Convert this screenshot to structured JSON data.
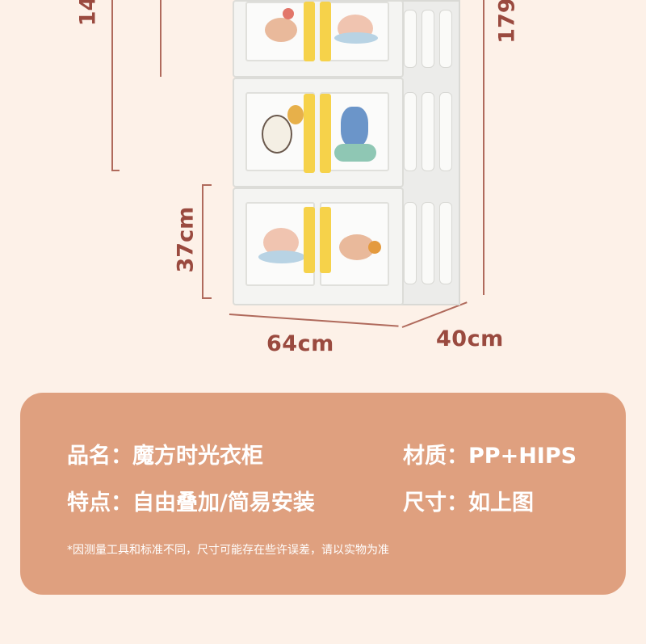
{
  "dimensions": {
    "top_left_partial": "14",
    "right_height_partial": "179",
    "box_height": "37cm",
    "width": "64cm",
    "depth": "40cm"
  },
  "info": {
    "name_label": "品名：魔方时光衣柜",
    "material_label": "材质：PP+HIPS",
    "feature_label": "特点：自由叠加/简易安装",
    "size_label": "尺寸：如上图",
    "note": "*因测量工具和标准不同，尺寸可能存在些许误差，请以实物为准"
  },
  "colors": {
    "background": "#fdf1e8",
    "card": "#dfa07f",
    "dimension_text": "#9a4a3f",
    "handle": "#f6d24a"
  }
}
